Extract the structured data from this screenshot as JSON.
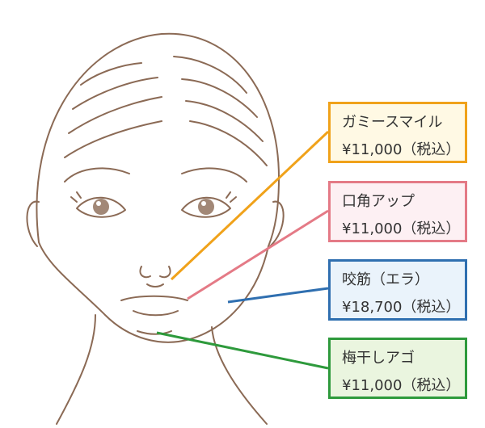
{
  "colors": {
    "outline": "#8b6a55",
    "gummy": "#f0a21a",
    "mouth": "#e47a86",
    "masseter": "#2f6fb0",
    "chin": "#2e9a3c"
  },
  "labels": [
    {
      "name": "ガミースマイル",
      "price": "¥11,000（税込）"
    },
    {
      "name": "口角アップ",
      "price": "¥11,000（税込）"
    },
    {
      "name": "咬筋（エラ）",
      "price": "¥18,700（税込）"
    },
    {
      "name": "梅干しアゴ",
      "price": "¥11,000（税込）"
    }
  ]
}
